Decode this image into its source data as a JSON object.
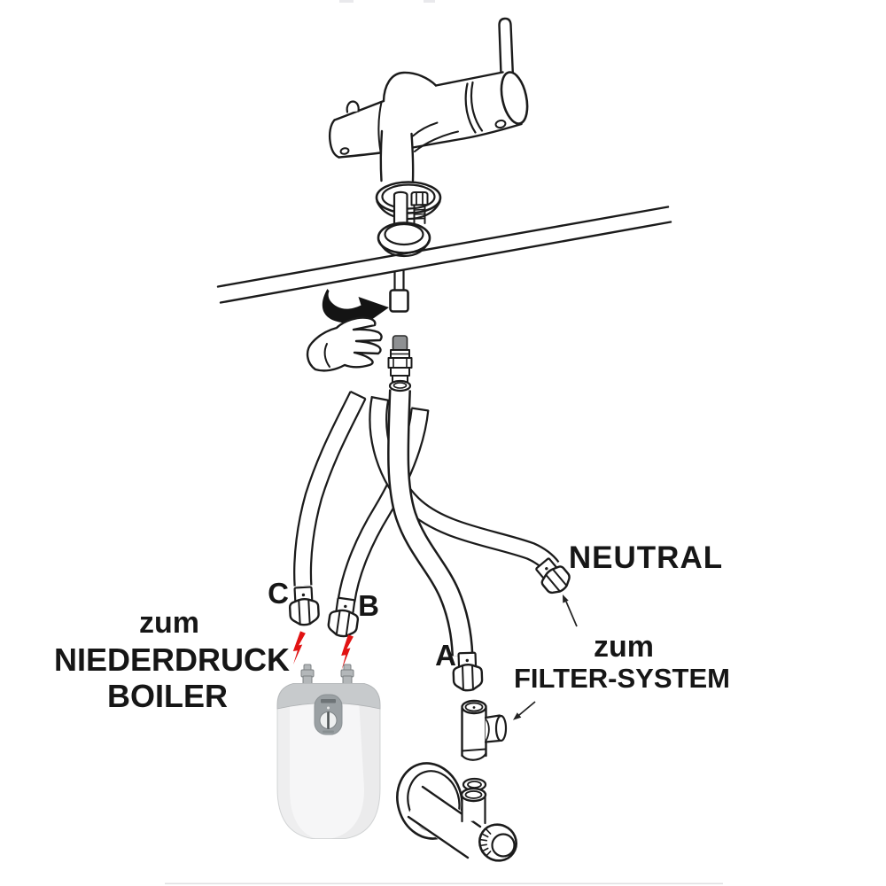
{
  "diagram": {
    "type": "faucet-installation-diagram",
    "labels": {
      "hose_c": "C",
      "hose_b": "B",
      "hose_a": "A",
      "neutral": "NEUTRAL",
      "filter_system": {
        "line1": "zum",
        "line2": "FILTER-SYSTEM"
      },
      "boiler": {
        "line1": "zum",
        "line2": "NIEDERDRUCK",
        "line3": "BOILER"
      }
    },
    "colors": {
      "line": "#1b1b1b",
      "warning_red": "#e11212",
      "text": "#161616",
      "boiler_body": "#f6f6f7",
      "boiler_cap": "#c7cacc",
      "boiler_panel": "#9aa0a3"
    },
    "icons": {
      "rotation_arrow": "curved-rotate-arrow",
      "hand": "open-hand",
      "warning_left": "lightning-bolt",
      "warning_right": "lightning-bolt",
      "neutral_pointer": "thin-arrow",
      "filter_pointer": "thin-arrow"
    }
  }
}
